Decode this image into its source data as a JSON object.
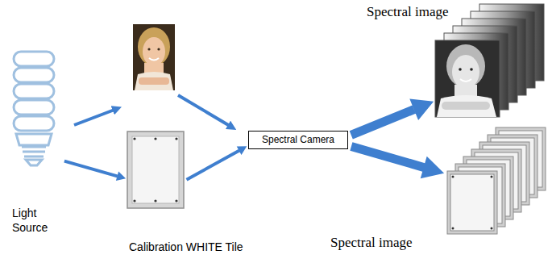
{
  "diagram": {
    "nodes": [
      {
        "text": [
          "Light Source"
        ]
      },
      {
        "text": [
          "Calibration WHITE Tile"
        ]
      },
      {
        "text": [
          "Spectral Camera"
        ]
      },
      {
        "text": [
          "Spectral image"
        ]
      },
      {
        "text": [
          "Spectral image"
        ]
      }
    ],
    "edges": [
      {
        "from": 0,
        "to": 1,
        "arrow": "to"
      },
      {
        "from": 1,
        "to": 2,
        "arrow": "to"
      },
      {
        "from": 2,
        "to": 3,
        "arrow": "to"
      },
      {
        "from": 2,
        "to": 4,
        "arrow": "to"
      }
    ]
  }
}
